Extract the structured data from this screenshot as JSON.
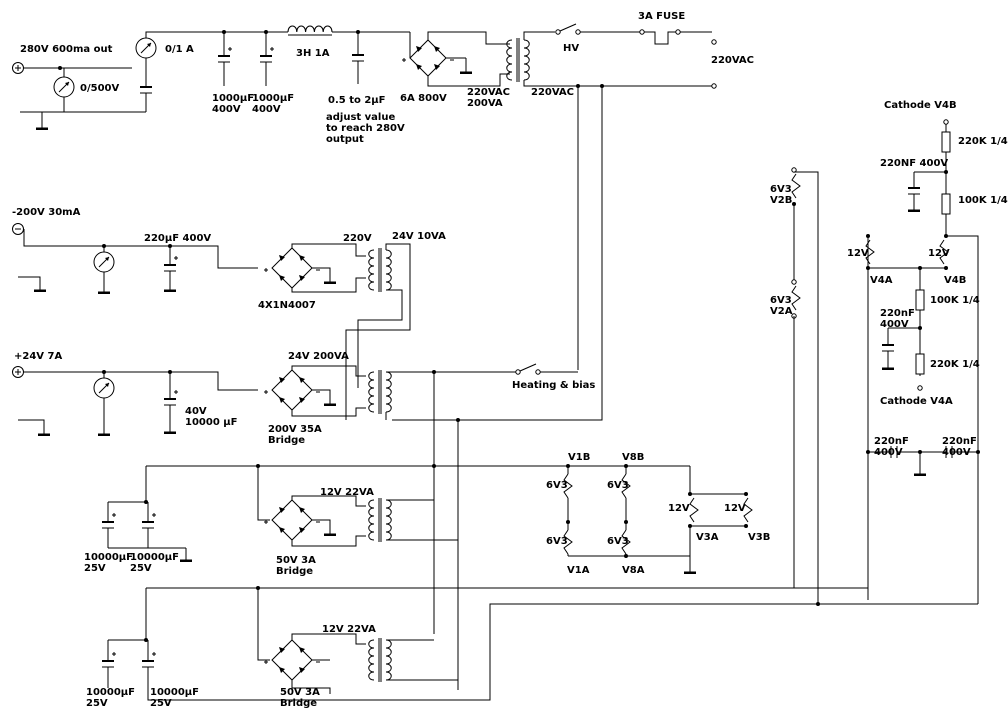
{
  "labels": {
    "l1": "280V 600ma out",
    "l2": "0/1 A",
    "l3": "0/500V",
    "l4": "3H 1A",
    "l5": "1000µF\n400V",
    "l6": "1000µF\n400V",
    "l7": "0.5 to 2µF",
    "l8": "adjust value\nto reach 280V\noutput",
    "l9": "6A 800V",
    "l10": "220VAC\n200VA",
    "l11": "220VAC",
    "l12": "HV",
    "l13": "3A FUSE",
    "l14": "220VAC",
    "l15": "-200V 30mA",
    "l16": "220µF 400V",
    "l17": "220V",
    "l18": "24V 10VA",
    "l19": "4X1N4007",
    "l20": "+24V 7A",
    "l21": "24V 200VA",
    "l22": "40V\n10000 µF",
    "l23": "200V 35A\nBridge",
    "l24": "Heating & bias",
    "l25": "12V 22VA",
    "l26": "10000µF\n25V",
    "l27": "10000µF\n25V",
    "l28": "50V 3A\nBridge",
    "l29": "12V 22VA",
    "l30": "10000µF\n25V",
    "l31": "10000µF\n25V",
    "l32": "50V 3A\nBridge",
    "l33": "V1B",
    "l34": "V8B",
    "l35": "6V3",
    "l36": "6V3",
    "l37": "6V3",
    "l38": "6V3",
    "l39": "V1A",
    "l40": "V8A",
    "l41": "12V",
    "l42": "12V",
    "l43": "V3A",
    "l44": "V3B",
    "l45": "6V3\nV2B",
    "l46": "6V3\nV2A",
    "l47": "Cathode V4B",
    "l48": "220K 1/4",
    "l49": "220NF 400V",
    "l50": "100K 1/4",
    "l51": "12V",
    "l52": "12V",
    "l53": "V4A",
    "l54": "V4B",
    "l55": "100K 1/4",
    "l56": "220nF\n400V",
    "l57": "220K 1/4",
    "l58": "Cathode V4A",
    "l59": "220nF\n400V",
    "l60": "220nF\n400V"
  }
}
